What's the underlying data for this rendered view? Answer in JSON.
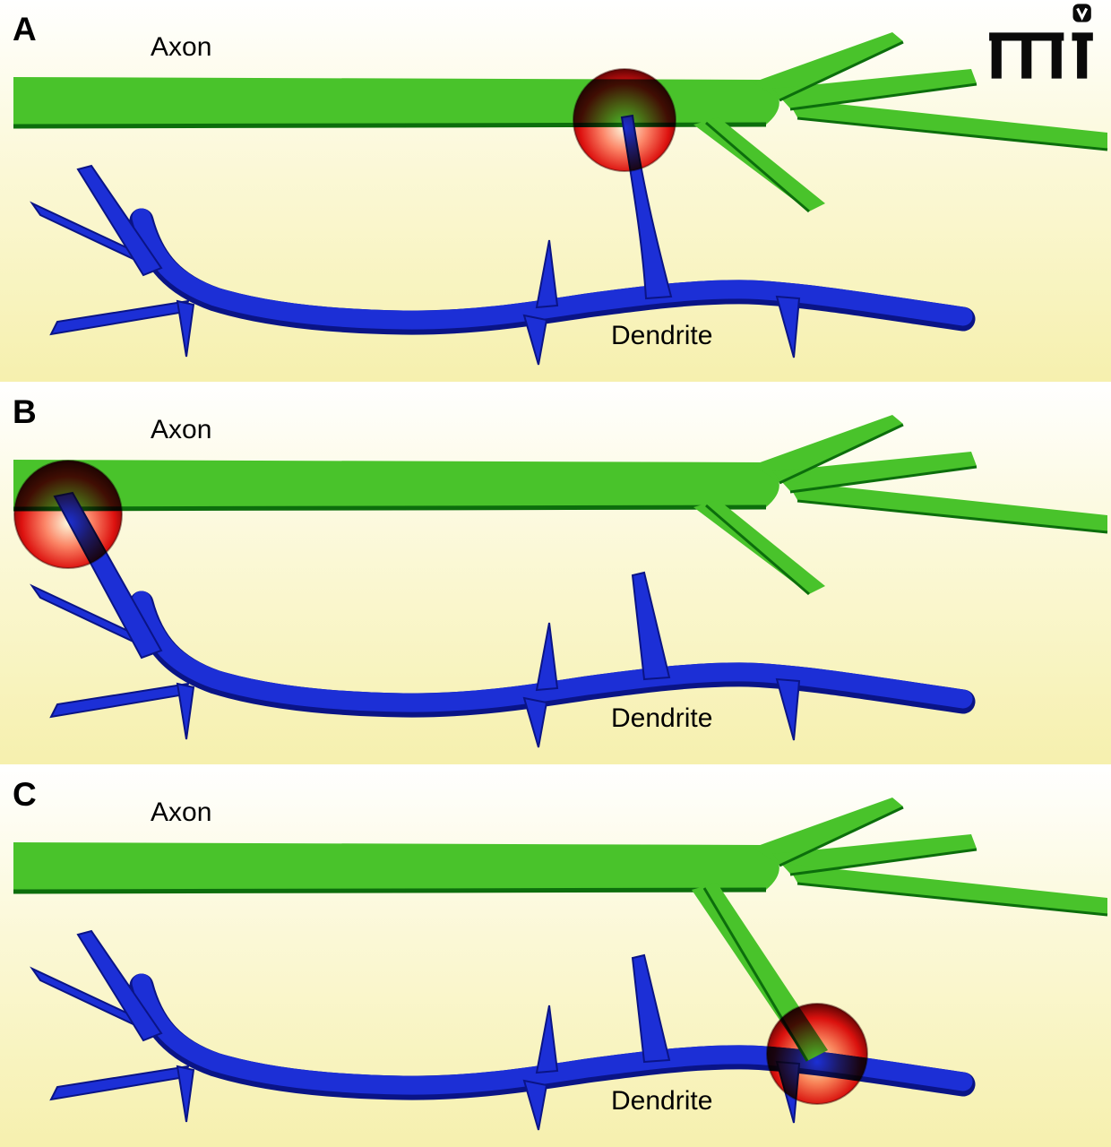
{
  "figure": {
    "logo_text": "mi",
    "panels": [
      {
        "letter": "A",
        "axon_label": "Axon",
        "dendrite_label": "Dendrite"
      },
      {
        "letter": "B",
        "axon_label": "Axon",
        "dendrite_label": "Dendrite"
      },
      {
        "letter": "C",
        "axon_label": "Axon",
        "dendrite_label": "Dendrite"
      }
    ],
    "colors": {
      "axon_green": "#49c32b",
      "axon_edge_green": "#0c6e0c",
      "dendrite_blue": "#1c2fd6",
      "dendrite_edge_blue": "#0a1486",
      "contact_marker_red": "#e01111",
      "background_yellow": "#f6f0ae",
      "label_black": "#000000"
    }
  }
}
